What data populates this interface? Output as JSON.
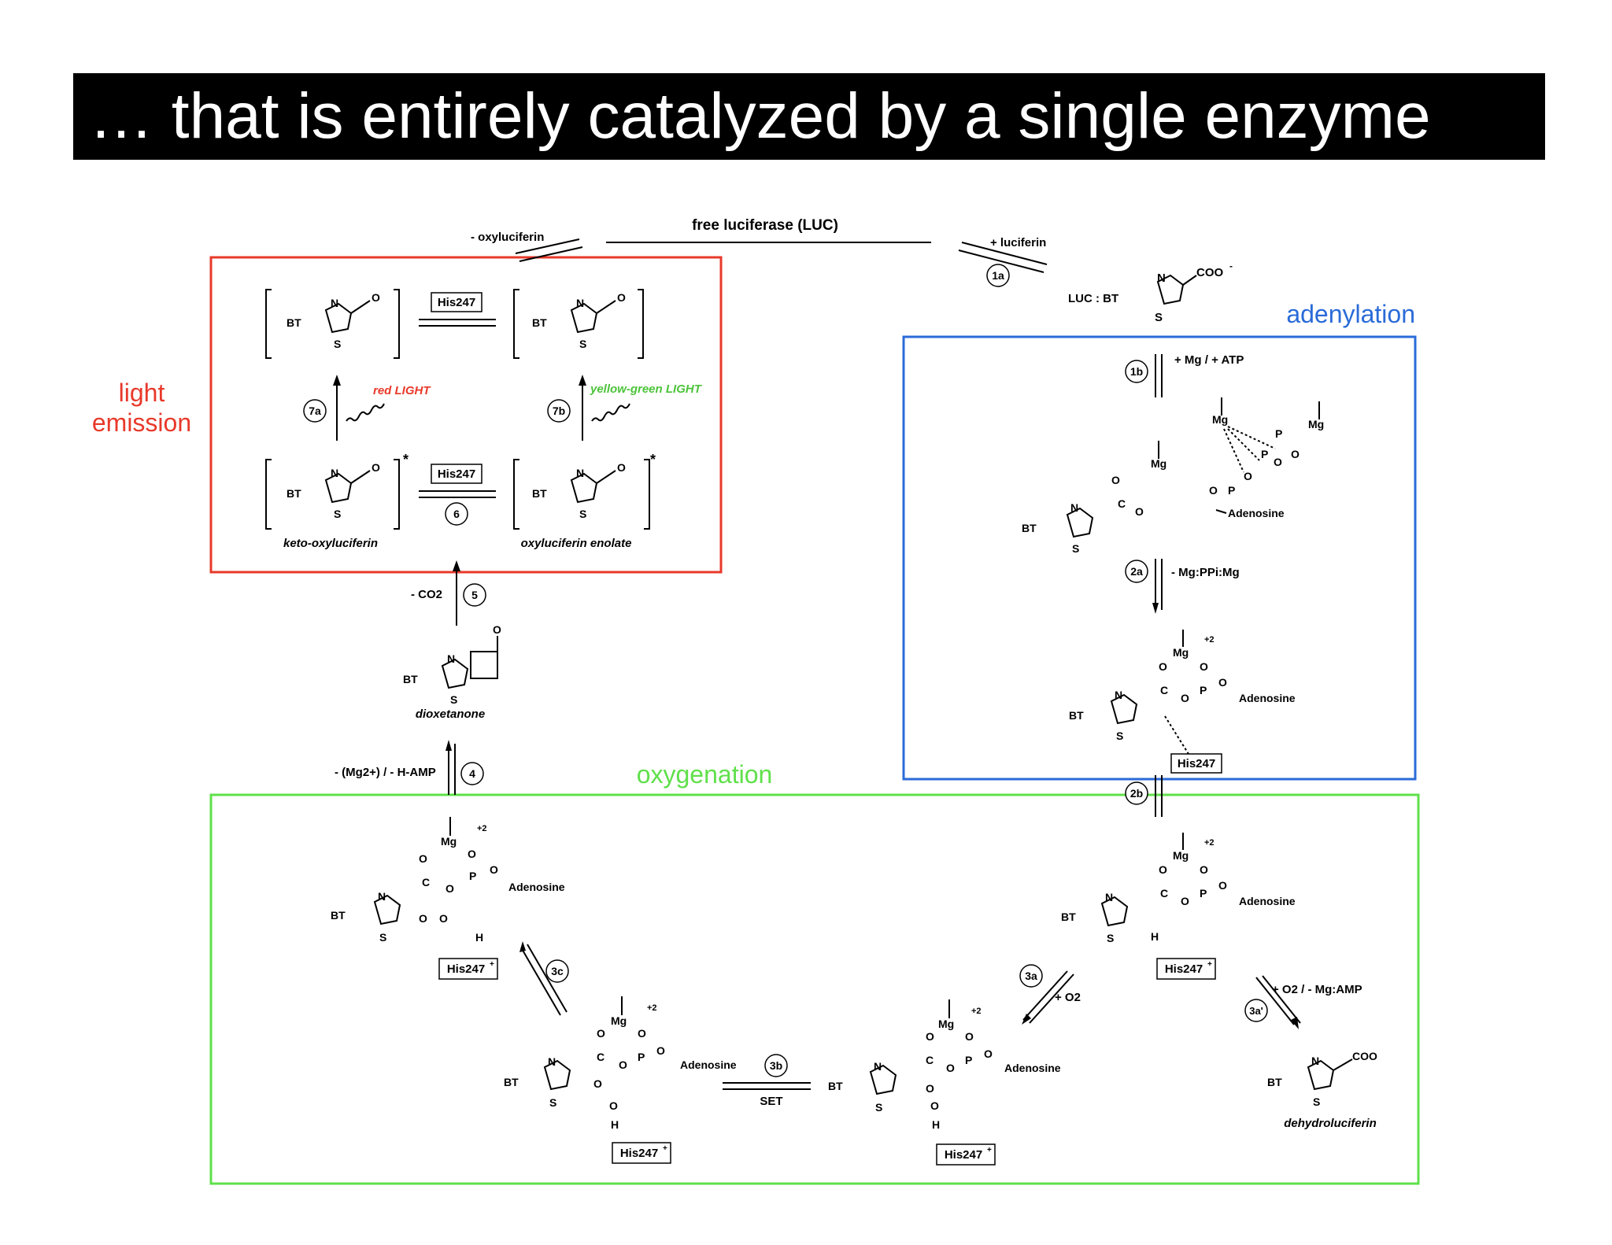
{
  "title": "… that is entirely catalyzed by a single enzyme",
  "sections": {
    "light_emission": {
      "label_line1": "light",
      "label_line2": "emission",
      "color": "#e8392a"
    },
    "adenylation": {
      "label": "adenylation",
      "color": "#2a6bd8"
    },
    "oxygenation": {
      "label": "oxygenation",
      "color": "#5fe04a"
    }
  },
  "top": {
    "free_luciferase": "free luciferase (LUC)",
    "minus_oxyluciferin": "- oxyluciferin",
    "plus_luciferin": "+ luciferin",
    "luc_bt": "LUC : BT",
    "coo_minus": "COO",
    "coo_sup": "-"
  },
  "steps": {
    "s1a": "1a",
    "s1b": "1b",
    "s2a": "2a",
    "s2b": "2b",
    "s3a": "3a",
    "s3a_prime": "3a'",
    "s3b": "3b",
    "s3c": "3c",
    "s4": "4",
    "s5": "5",
    "s6": "6",
    "s7a": "7a",
    "s7b": "7b"
  },
  "conditions": {
    "mg_atp": "+ Mg / + ATP",
    "mg_ppi_mg": "- Mg:PPi:Mg",
    "o2_mg_amp": "+ O2 / - Mg:AMP",
    "plus_o2": "+ O2",
    "set": "SET",
    "co2": "- CO2",
    "mg_hamp": "- (Mg2+) / - H-AMP",
    "red_light": "red LIGHT",
    "yellow_green_light": "yellow-green LIGHT"
  },
  "labels": {
    "his247": "His247",
    "his247_plus": "His247",
    "keto_oxyluciferin": "keto-oxyluciferin",
    "oxyluciferin_enolate": "oxyluciferin enolate",
    "dioxetanone": "dioxetanone",
    "dehydroluciferin": "dehydroluciferin",
    "adenosine": "Adenosine",
    "bt": "BT",
    "mg": "Mg",
    "plus2": "+2",
    "star": "*"
  }
}
